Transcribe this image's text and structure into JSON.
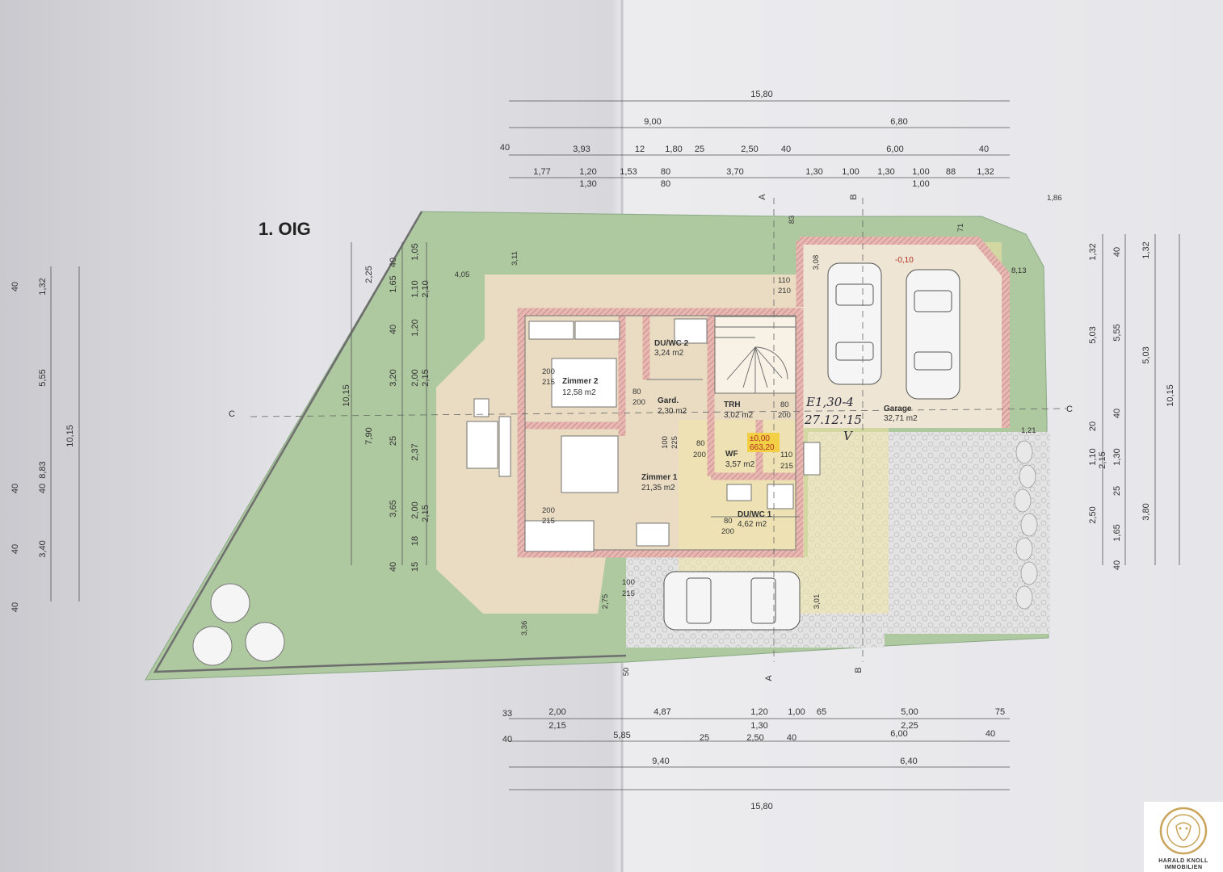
{
  "plan": {
    "title": "1. OIG",
    "rooms": {
      "zimmer2": {
        "name": "Zimmer 2",
        "area": "12,58 m2"
      },
      "duwc2": {
        "name": "DU/WC 2",
        "area": "3,24 m2"
      },
      "gard": {
        "name": "Gard.",
        "area": "2,30 m2"
      },
      "trh": {
        "name": "TRH",
        "area": "3,02 m2"
      },
      "garage": {
        "name": "Garage",
        "area": "32,71 m2"
      },
      "zimmer1": {
        "name": "Zimmer 1",
        "area": "21,35 m2"
      },
      "wf": {
        "name": "WF",
        "area": "3,57 m2"
      },
      "duwc1": {
        "name": "DU/WC 1",
        "area": "4,62 m2"
      }
    },
    "level_marker": {
      "relative": "±0,00",
      "absolute": "663,20",
      "garage_level": "-0,10"
    },
    "handwritten": {
      "line1": "E1,30-4",
      "line2": "27.12.'15",
      "line3": "V"
    },
    "section_labels": [
      "A",
      "B",
      "C"
    ],
    "top_dims": {
      "total": "15,80",
      "row2": [
        "9,00",
        "6,80"
      ],
      "row3": [
        "40",
        "3,93",
        "12",
        "1,80",
        "25",
        "2,50",
        "40",
        "6,00",
        "40"
      ],
      "row4": [
        "1,77",
        "1,20",
        "1,53",
        "80",
        "3,70",
        "1,30",
        "1,00",
        "1,30",
        "1,00",
        "88",
        "1,32"
      ],
      "row4_sub": [
        "1,30",
        "80",
        "1,00"
      ]
    },
    "bottom_dims": {
      "row1": [
        "33",
        "2,00",
        "4,87",
        "1,20",
        "1,00",
        "65",
        "5,00",
        "75"
      ],
      "row1_sub": [
        "2,15",
        "1,30",
        "2,25"
      ],
      "row2": [
        "40",
        "5,85",
        "25",
        "2,50",
        "40",
        "6,00",
        "40"
      ],
      "row3": [
        "9,40",
        "6,40"
      ],
      "total": "15,80"
    },
    "left_dims": {
      "outer": "10,15",
      "col2": [
        "1,32",
        "5,55",
        "8,83",
        "40",
        "3,40"
      ],
      "col_a": [
        "2,25",
        "10,15",
        "7,90",
        "3,65"
      ],
      "col_b": [
        "40",
        "1,65",
        "40",
        "3,20",
        "25",
        "40"
      ],
      "col_c": [
        "1,05",
        "1,10",
        "1,20",
        "2,00",
        "2,37",
        "2,00",
        "18",
        "15"
      ],
      "col_d": [
        "2,10",
        "2,15",
        "2,15"
      ],
      "col_edge": [
        "40",
        "40",
        "40",
        "40"
      ],
      "col_misc": [
        "3,11",
        "4,05",
        "3,36",
        "50",
        "2,75"
      ]
    },
    "right_dims": {
      "outer": "10,15",
      "col_a": [
        "1,32",
        "5,03",
        "20",
        "1,10",
        "2,50",
        "40"
      ],
      "col_b": [
        "2,15",
        "1,65"
      ],
      "col_c": [
        "40",
        "40",
        "1,30",
        "25"
      ],
      "col_d": [
        "1,32",
        "5,55",
        "5,03",
        "3,80"
      ],
      "misc": [
        "1,86",
        "8,13",
        "1,21",
        "71",
        "83",
        "3,08",
        "3,01"
      ]
    },
    "inner_dims": [
      "110",
      "210",
      "200",
      "215",
      "80",
      "200",
      "100",
      "225",
      "80",
      "200",
      "110",
      "215",
      "200",
      "215",
      "80",
      "200",
      "100",
      "215",
      "80",
      "200"
    ]
  },
  "logo": {
    "line1": "HARALD KNOLL",
    "line2": "IMMOBILIEN"
  },
  "colors": {
    "lawn": "#aec8a0",
    "floor": "#e9dcc3",
    "wall": "#c98a86",
    "paper": "#ececee",
    "yellow": "#f3e6a5"
  }
}
